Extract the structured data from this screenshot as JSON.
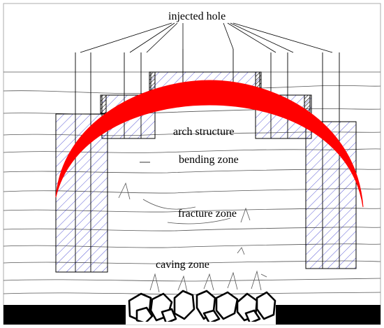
{
  "labels": {
    "injected_hole": "injected hole",
    "arch_structure": "arch structure",
    "bending_zone": "bending zone",
    "fracture_zone": "fracture zone",
    "caving_zone": "caving zone"
  },
  "colors": {
    "arch": "#ff0000",
    "hatch": "#3333cc",
    "ground": "#000000",
    "strata": "#555555"
  }
}
